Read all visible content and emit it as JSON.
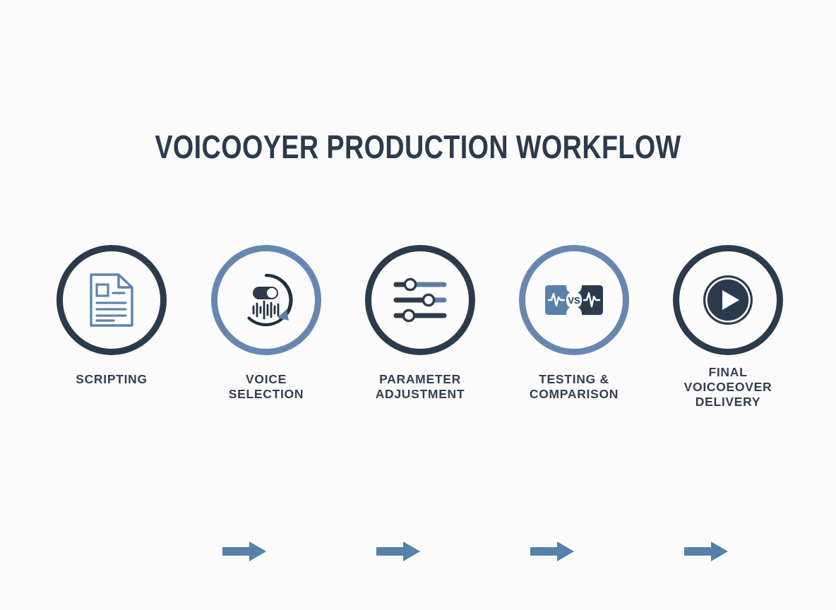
{
  "page": {
    "title": "VOICOOYER PRODUCTION WORKFLOW",
    "background_color": "#fbfbfc",
    "dark_color": "#2b3b4d",
    "light_color": "#6688b0",
    "arrow_color": "#5581ab",
    "label_color": "#323f52"
  },
  "steps": [
    {
      "index": "1",
      "icon": "document-script-icon",
      "ring_style": "dark",
      "ring_color": "#2b3b4d",
      "label_lines": [
        "SCRIPTING"
      ]
    },
    {
      "index": "2",
      "icon": "voice-toggle-waveform-refresh-icon",
      "ring_style": "light",
      "ring_color": "#6688b0",
      "label_lines": [
        "VOICE",
        "SELECTION"
      ]
    },
    {
      "index": "3",
      "icon": "sliders-adjustment-icon",
      "ring_style": "dark",
      "ring_color": "#2b3b4d",
      "label_lines": [
        "PARAMETER",
        "ADJUSTMENT"
      ]
    },
    {
      "index": "4",
      "icon": "waveform-versus-comparison-icon",
      "ring_style": "light",
      "ring_color": "#6688b0",
      "label_lines": [
        "TESTING &",
        "COMPARISON"
      ],
      "icon_text": "VS"
    },
    {
      "index": "5",
      "icon": "play-button-icon",
      "ring_style": "dark",
      "ring_color": "#2b3b4d",
      "label_lines": [
        "FINAL",
        "VOICOEOVER",
        "DELIVERY"
      ]
    }
  ],
  "arrows": [
    {
      "name": "arrow-scripting-to-voice-selection",
      "direction": "right"
    },
    {
      "name": "arrow-voice-selection-to-parameter-adjustment",
      "direction": "right"
    },
    {
      "name": "arrow-parameter-adjustment-to-testing",
      "direction": "right"
    },
    {
      "name": "arrow-testing-to-final-delivery",
      "direction": "right"
    }
  ]
}
